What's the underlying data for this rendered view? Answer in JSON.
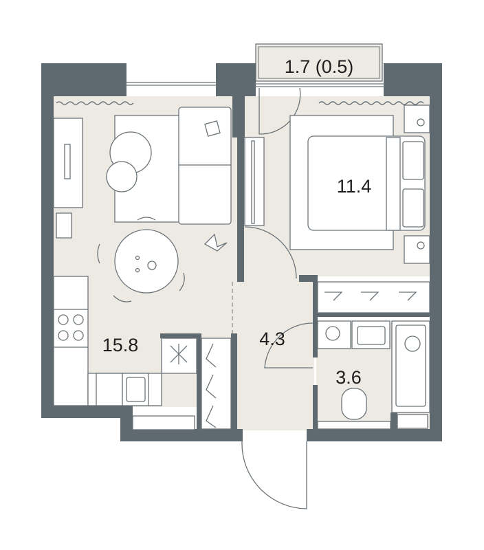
{
  "plan": {
    "rooms": [
      {
        "name": "living-kitchen",
        "area": "15.8"
      },
      {
        "name": "bedroom",
        "area": "11.4"
      },
      {
        "name": "hallway",
        "area": "4.3"
      },
      {
        "name": "bathroom",
        "area": "3.6"
      },
      {
        "name": "balcony",
        "area": "1.7 (0.5)"
      }
    ],
    "colors": {
      "wall": "#5f6a70",
      "floor": "#edeae3",
      "furniture": "#ffffff",
      "line": "#6b7378"
    }
  }
}
